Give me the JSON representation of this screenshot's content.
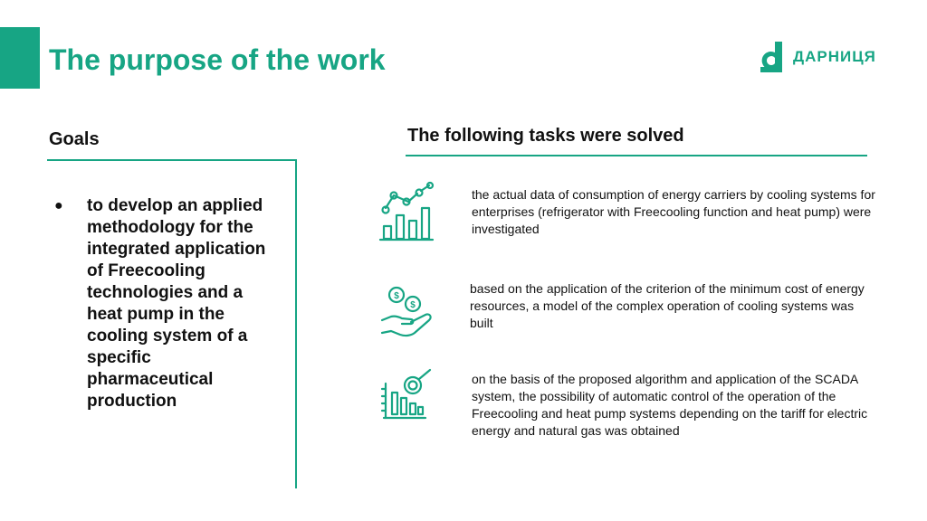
{
  "header": {
    "title": "The purpose of the work",
    "logo_text": "ДАРНИЦЯ"
  },
  "goals": {
    "heading": "Goals",
    "items": [
      "to develop an applied methodology for the integrated application of Freecooling technologies and a heat pump in the cooling system of a specific pharmaceutical production"
    ]
  },
  "tasks": {
    "heading": "The following tasks were solved",
    "items": [
      {
        "icon": "growth-chart-icon",
        "text": "the actual data of consumption of energy carriers by cooling systems for enterprises (refrigerator with Freecooling function and heat pump) were investigated"
      },
      {
        "icon": "hand-money-icon",
        "text": "based on the application of the criterion of the minimum cost of energy resources, a model of the complex operation of cooling systems was built"
      },
      {
        "icon": "chart-magnifier-icon",
        "text": "on the basis of the proposed algorithm and application of the SCADA system, the possibility of automatic control of the operation of the Freecooling and heat pump systems depending on the tariff for electric energy and natural gas was obtained"
      }
    ]
  },
  "colors": {
    "accent": "#17a584"
  }
}
